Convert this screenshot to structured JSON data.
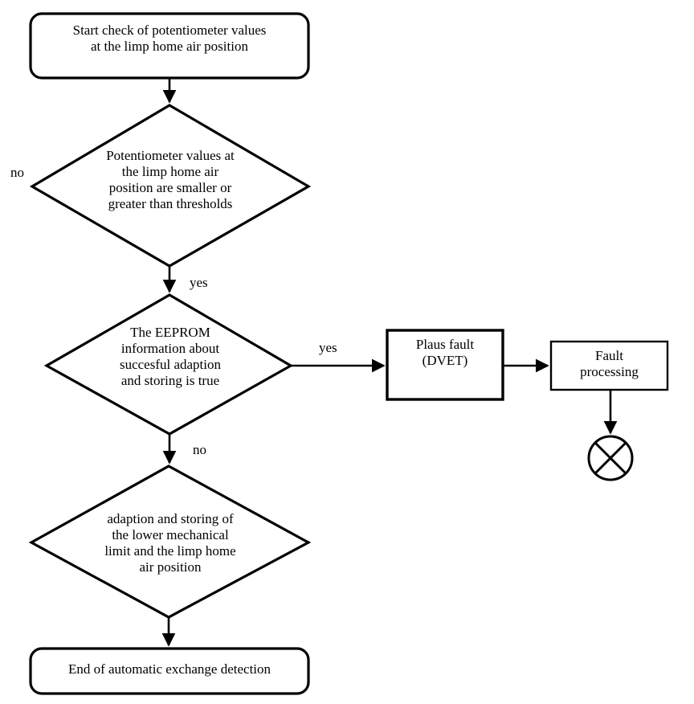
{
  "diagram": {
    "title": "Automatic exchange detection flowchart",
    "stroke_color": "#000000",
    "background_color": "#ffffff",
    "nodes": {
      "start": {
        "shape": "rounded-rectangle",
        "text": "Start check of potentiometer values\nat the limp home air position"
      },
      "decision_1": {
        "shape": "diamond",
        "text": "Potentiometer values at\nthe limp home air\nposition are smaller or\ngreater than thresholds"
      },
      "decision_2": {
        "shape": "diamond",
        "text": "The EEPROM\ninformation about\nsuccesful adaption\nand storing is true"
      },
      "decision_3": {
        "shape": "diamond",
        "text": "adaption and storing of\nthe lower mechanical\nlimit and the limp home\nair position"
      },
      "end": {
        "shape": "rounded-rectangle",
        "text": "End of automatic exchange detection"
      },
      "plaus_fault": {
        "shape": "rectangle",
        "text": "Plaus fault\n(DVET)"
      },
      "fault_processing": {
        "shape": "rectangle",
        "text": "Fault\nprocessing"
      },
      "terminator": {
        "shape": "circle-with-cross",
        "text": ""
      }
    },
    "edge_labels": {
      "decision1_no": "no",
      "decision1_yes": "yes",
      "decision2_yes": "yes",
      "decision2_no": "no"
    }
  }
}
